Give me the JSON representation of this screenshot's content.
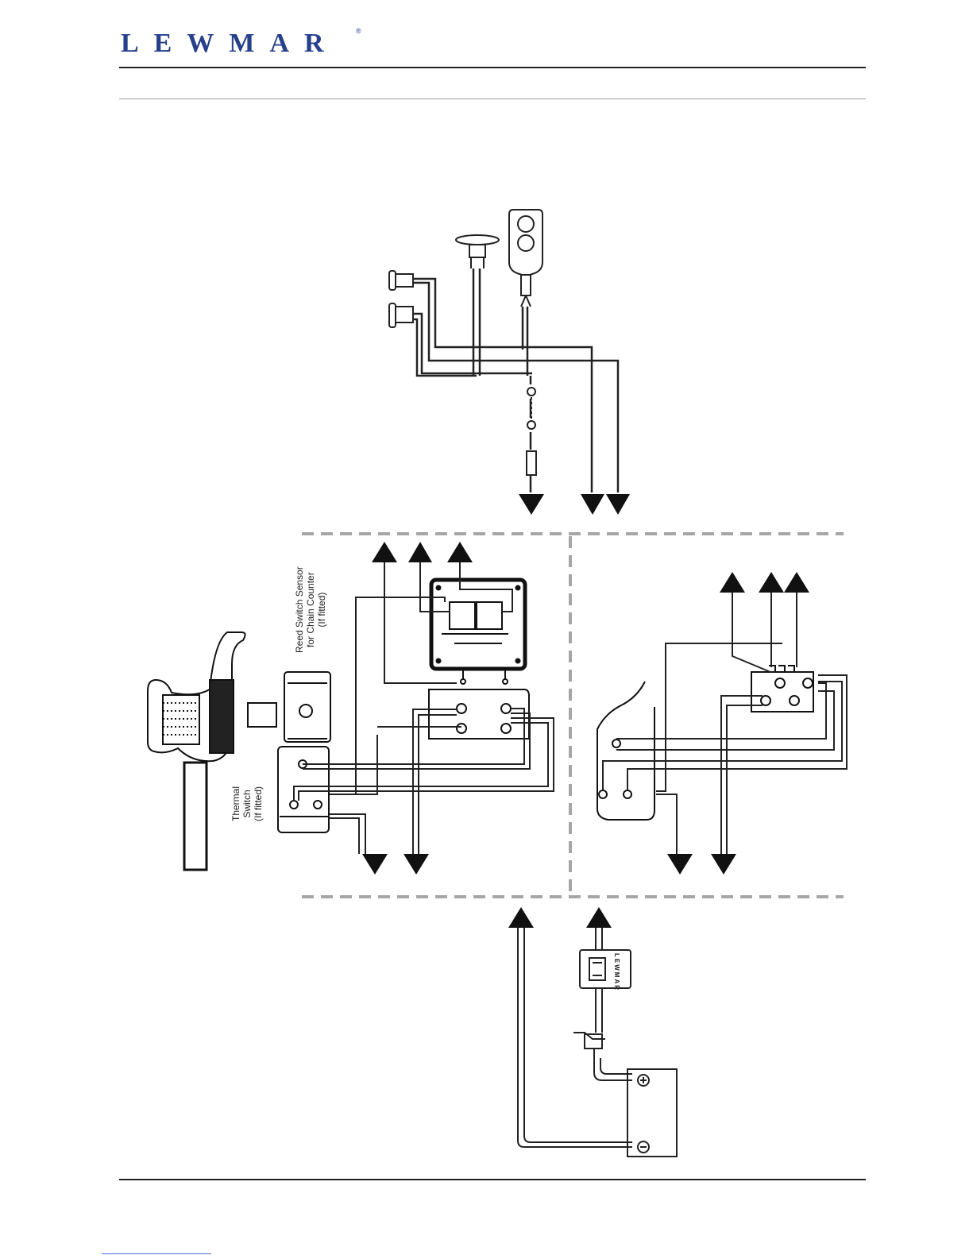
{
  "header": {
    "brand": "LEWMAR",
    "registered_mark": "®"
  },
  "diagram": {
    "labels": {
      "reed_switch": [
        "Reed Switch Sensor",
        "for Chain Counter",
        "(If fitted)"
      ],
      "thermal_switch": [
        "Thermal",
        "Switch",
        "(If fitted)"
      ]
    },
    "breaker_brand": "LEWMAR"
  }
}
